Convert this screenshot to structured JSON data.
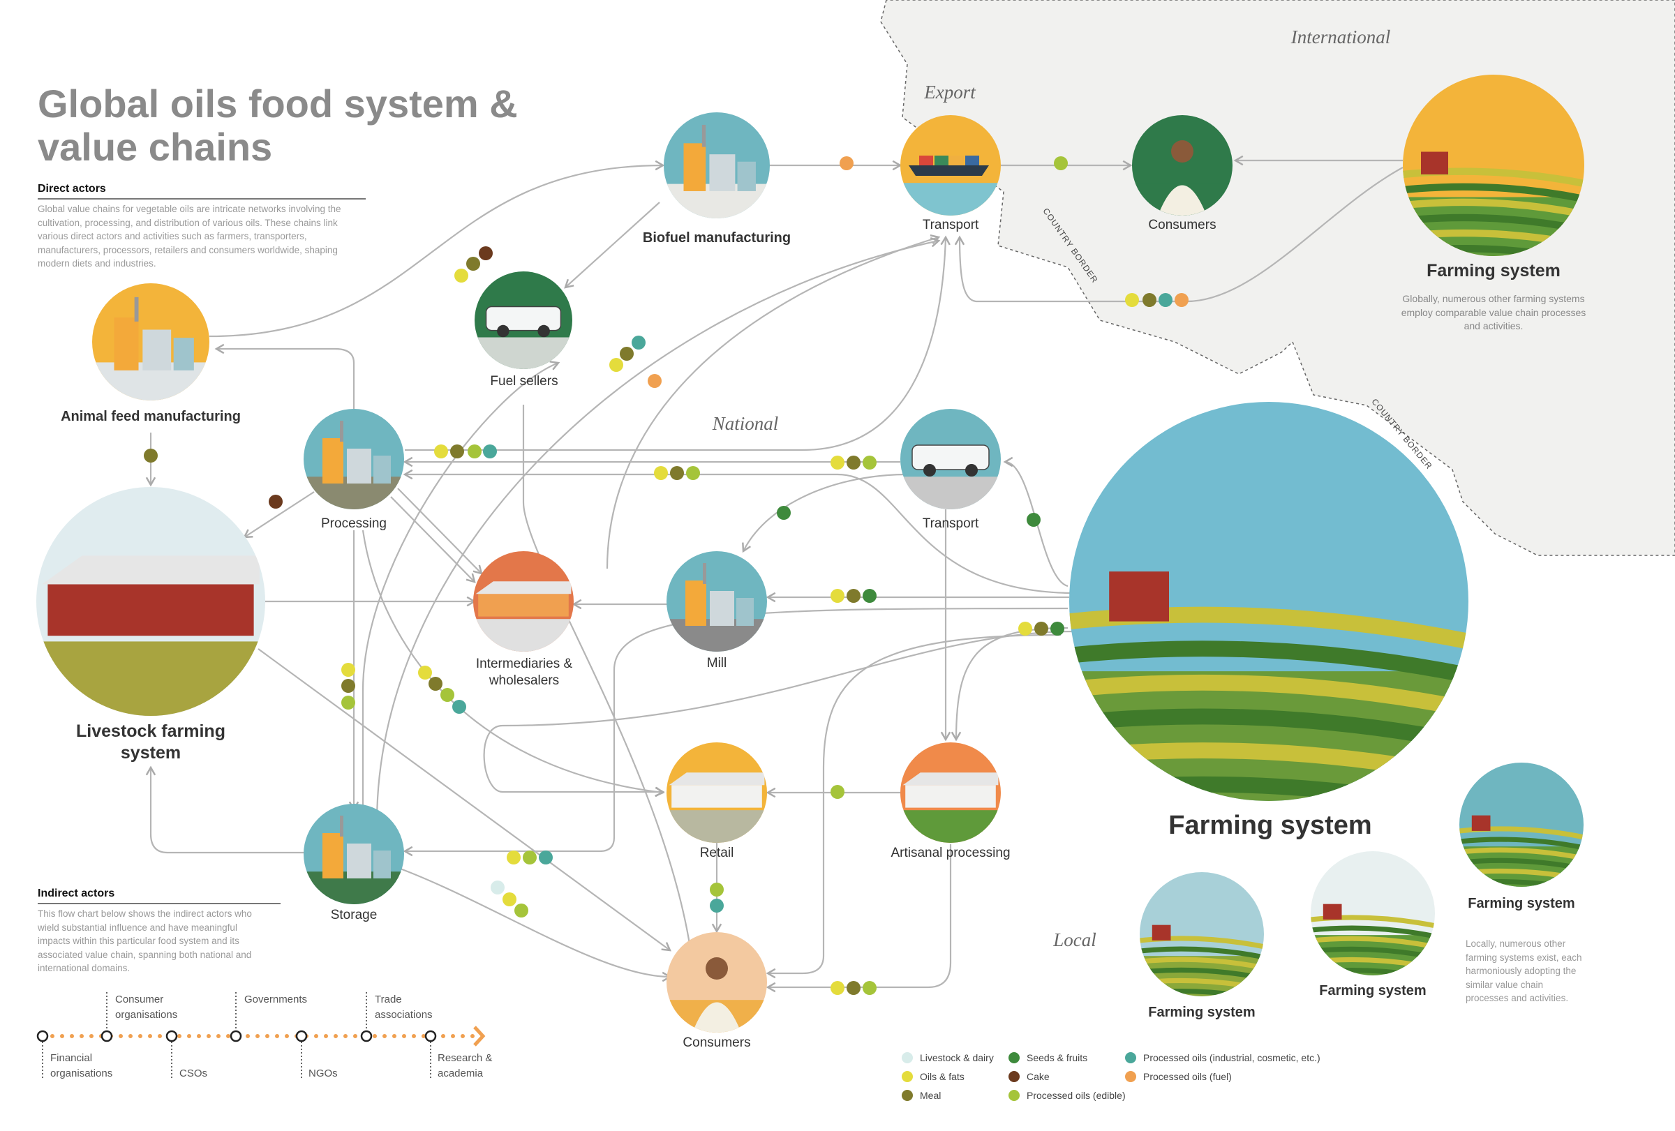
{
  "title": "Global oils food system & value chains",
  "direct_actors": {
    "heading": "Direct actors",
    "text": "Global value chains for vegetable oils are intricate networks involving the cultivation, processing, and distribution of various oils. These chains link various direct actors and activities such as farmers, transporters, manufacturers, processors, retailers and consumers worldwide, shaping modern diets and industries."
  },
  "indirect_actors": {
    "heading": "Indirect actors",
    "text": "This flow chart below shows the indirect actors who wield substantial influence and have meaningful impacts within this particular food system and its associated value chain, spanning both national and international domains.",
    "timeline": [
      "Financial organisations",
      "Consumer organisations",
      "CSOs",
      "Governments",
      "NGOs",
      "Trade associations",
      "Research & academia"
    ]
  },
  "regions": {
    "international": "International",
    "export": "Export",
    "national": "National",
    "local": "Local",
    "country_border": "COUNTRY BORDER"
  },
  "nodes": {
    "biofuel": "Biofuel manufacturing",
    "transport_export": "Transport",
    "consumers_intl": "Consumers",
    "farming_intl": "Farming system",
    "farming_intl_desc": "Globally, numerous other farming systems employ comparable value chain processes and activities.",
    "fuel_sellers": "Fuel sellers",
    "animal_feed": "Animal feed manufacturing",
    "processing": "Processing",
    "livestock": "Livestock farming system",
    "intermediaries": "Intermediaries & wholesalers",
    "mill": "Mill",
    "transport_national": "Transport",
    "farming_main": "Farming system",
    "retail": "Retail",
    "artisanal": "Artisanal processing",
    "storage": "Storage",
    "consumers_national": "Consumers",
    "farming_local_1": "Farming system",
    "farming_local_2": "Farming system",
    "farming_local_3": "Farming system",
    "farming_local_desc": "Locally, numerous other farming systems exist, each harmoniously adopting the similar value chain processes and activities."
  },
  "legend": [
    {
      "label": "Livestock & dairy",
      "color": "#d8ecea"
    },
    {
      "label": "Oils & fats",
      "color": "#e4dc3c"
    },
    {
      "label": "Meal",
      "color": "#7f7a2c"
    },
    {
      "label": "Seeds & fruits",
      "color": "#3e8a3c"
    },
    {
      "label": "Cake",
      "color": "#6b3a1e"
    },
    {
      "label": "Processed oils (edible)",
      "color": "#a5c43a"
    },
    {
      "label": "Processed oils (industrial, cosmetic, etc.)",
      "color": "#4aa79a"
    },
    {
      "label": "Processed oils (fuel)",
      "color": "#f0a050"
    }
  ]
}
